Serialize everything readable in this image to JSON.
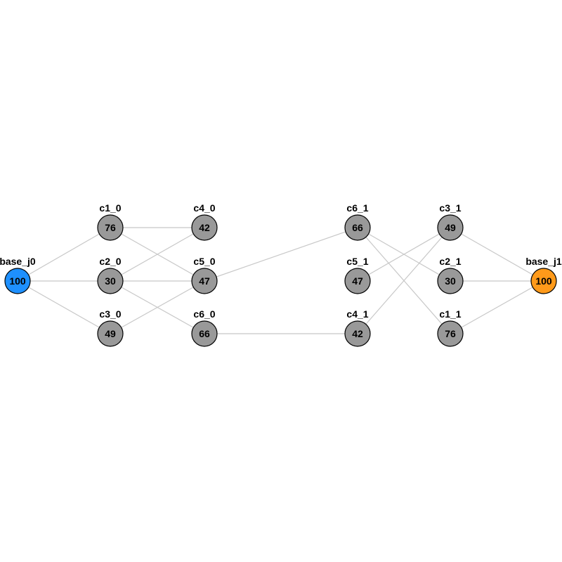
{
  "colors": {
    "default_node": "#999999",
    "source_node": "#1e90ff",
    "sink_node": "#ff9a1a",
    "edge": "#c8c8c8",
    "background": "#ffffff"
  },
  "nodes": [
    {
      "id": "base_j0",
      "label": "base_j0",
      "value": "100",
      "kind": "source"
    },
    {
      "id": "c1_0",
      "label": "c1_0",
      "value": "76",
      "kind": "default"
    },
    {
      "id": "c2_0",
      "label": "c2_0",
      "value": "30",
      "kind": "default"
    },
    {
      "id": "c3_0",
      "label": "c3_0",
      "value": "49",
      "kind": "default"
    },
    {
      "id": "c4_0",
      "label": "c4_0",
      "value": "42",
      "kind": "default"
    },
    {
      "id": "c5_0",
      "label": "c5_0",
      "value": "47",
      "kind": "default"
    },
    {
      "id": "c6_0",
      "label": "c6_0",
      "value": "66",
      "kind": "default"
    },
    {
      "id": "c6_1",
      "label": "c6_1",
      "value": "66",
      "kind": "default"
    },
    {
      "id": "c5_1",
      "label": "c5_1",
      "value": "47",
      "kind": "default"
    },
    {
      "id": "c4_1",
      "label": "c4_1",
      "value": "42",
      "kind": "default"
    },
    {
      "id": "c3_1",
      "label": "c3_1",
      "value": "49",
      "kind": "default"
    },
    {
      "id": "c2_1",
      "label": "c2_1",
      "value": "30",
      "kind": "default"
    },
    {
      "id": "c1_1",
      "label": "c1_1",
      "value": "76",
      "kind": "default"
    },
    {
      "id": "base_j1",
      "label": "base_j1",
      "value": "100",
      "kind": "sink"
    }
  ],
  "edges": [
    [
      "base_j0",
      "c1_0"
    ],
    [
      "base_j0",
      "c2_0"
    ],
    [
      "base_j0",
      "c3_0"
    ],
    [
      "c1_0",
      "c4_0"
    ],
    [
      "c1_0",
      "c5_0"
    ],
    [
      "c2_0",
      "c4_0"
    ],
    [
      "c2_0",
      "c5_0"
    ],
    [
      "c2_0",
      "c6_0"
    ],
    [
      "c3_0",
      "c5_0"
    ],
    [
      "c5_0",
      "c6_1"
    ],
    [
      "c6_0",
      "c4_1"
    ],
    [
      "c6_1",
      "c2_1"
    ],
    [
      "c6_1",
      "c1_1"
    ],
    [
      "c5_1",
      "c3_1"
    ],
    [
      "c4_1",
      "c3_1"
    ],
    [
      "c3_1",
      "base_j1"
    ],
    [
      "c2_1",
      "base_j1"
    ],
    [
      "c1_1",
      "base_j1"
    ]
  ]
}
